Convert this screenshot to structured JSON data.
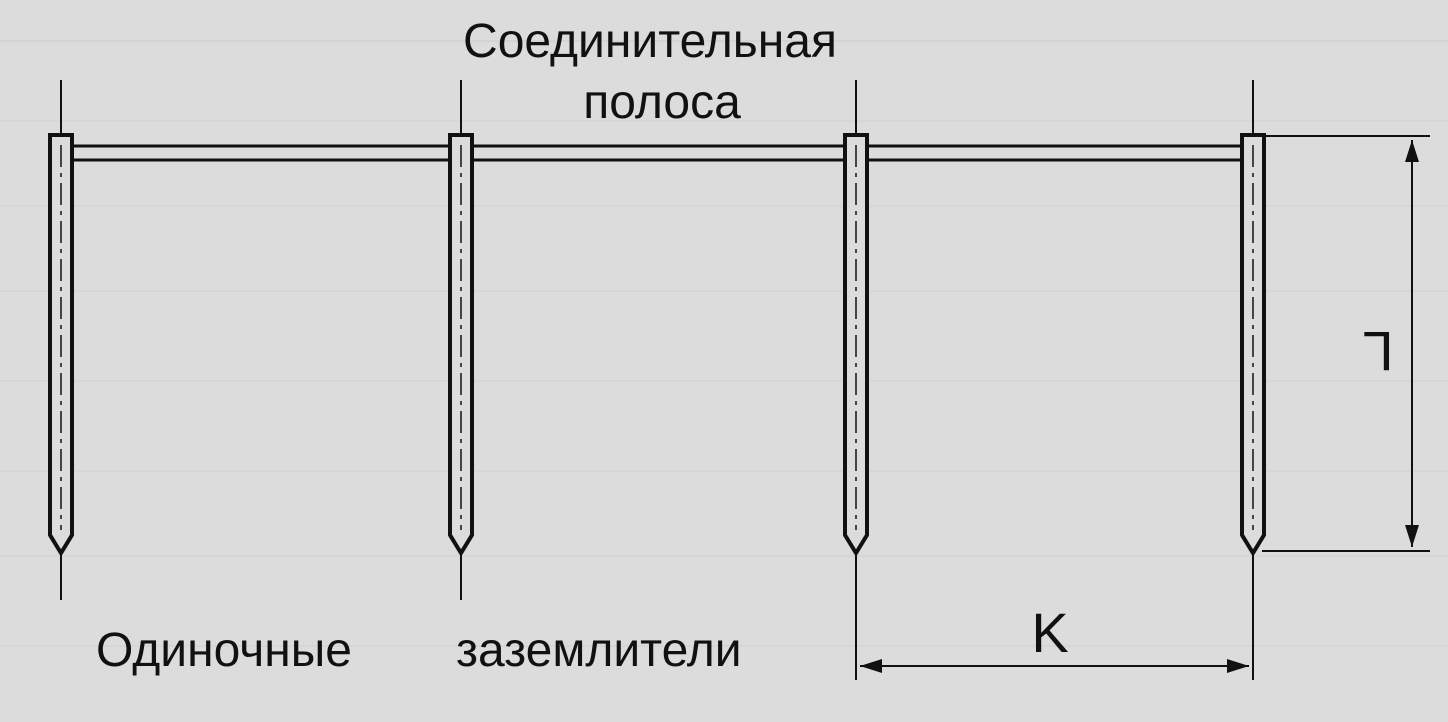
{
  "diagram": {
    "label_strip_line1": "Соединительная",
    "label_strip_line2": "полоса",
    "label_electrodes": "Одиночные",
    "label_electrodes_2": "заземлители",
    "label_spacing": "K",
    "label_length": "L"
  },
  "colors": {
    "background": "#dcdcdc",
    "ink": "#111111",
    "ghost_text": "#a8a8a8"
  }
}
